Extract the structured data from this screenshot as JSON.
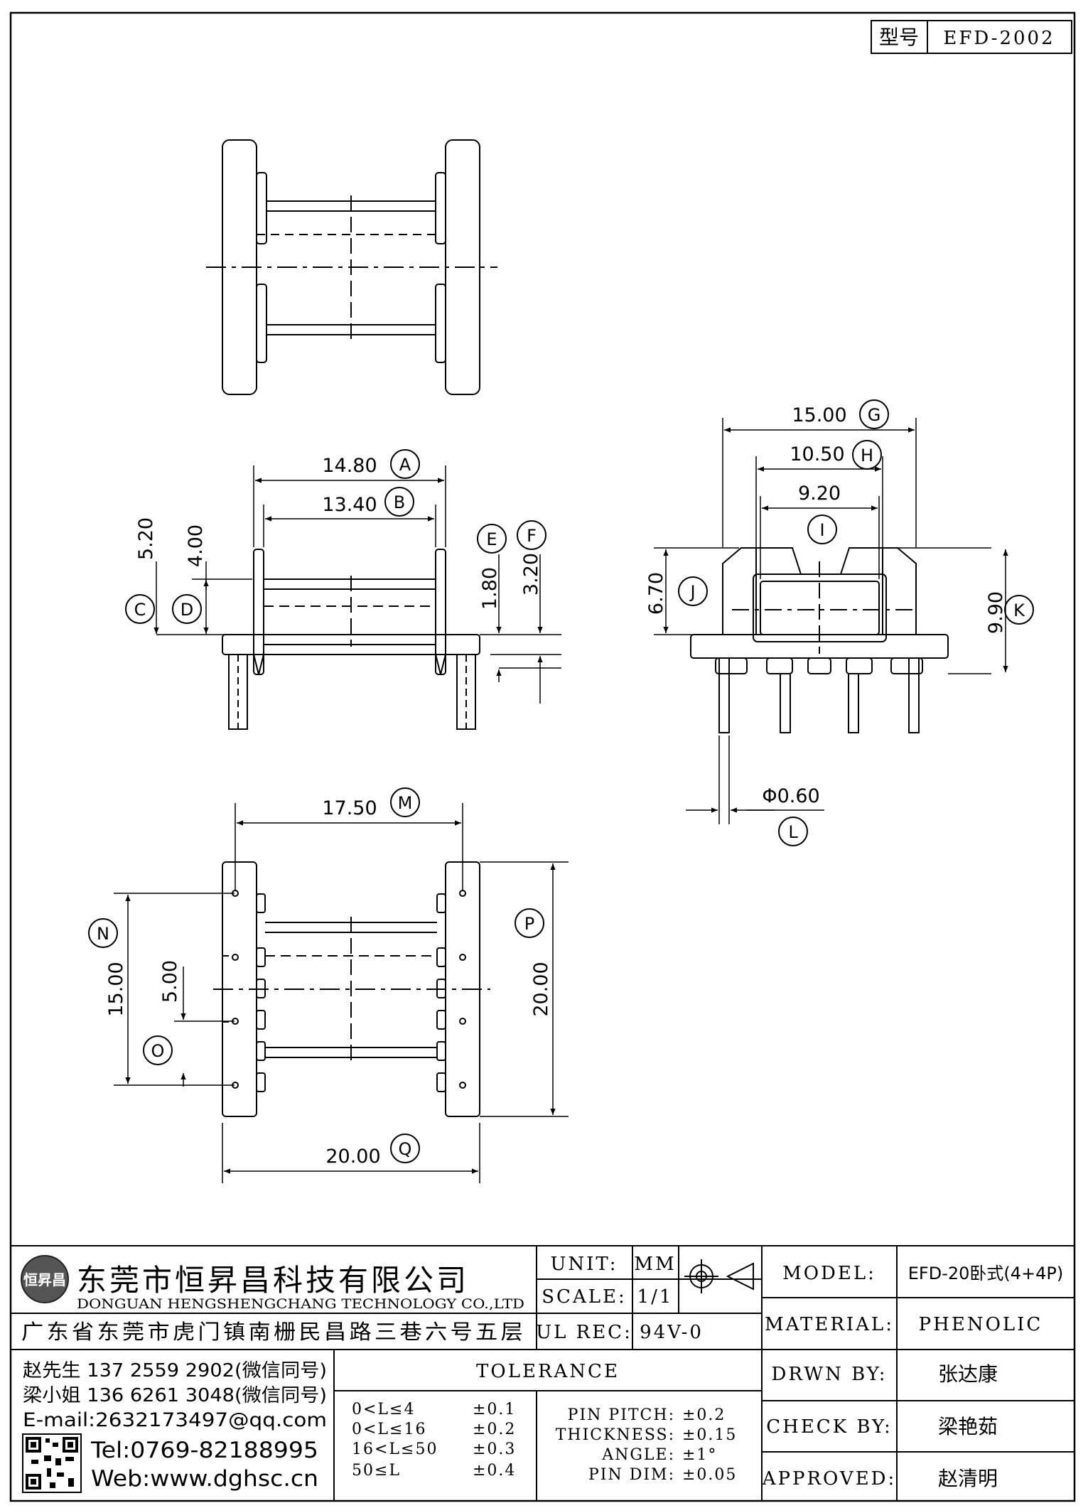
{
  "header": {
    "model_label": "型号",
    "model_value": "EFD-2002"
  },
  "dimensions": {
    "A": "14.80",
    "B": "13.40",
    "C_D_h1": "5.20",
    "C_D_h2": "4.00",
    "E": "1.80",
    "F": "3.20",
    "G": "15.00",
    "H": "10.50",
    "I": "9.20",
    "J": "6.70",
    "K": "9.90",
    "L": "Φ0.60",
    "M": "17.50",
    "N": "15.00",
    "O": "5.00",
    "P": "20.00",
    "Q": "20.00"
  },
  "callouts": [
    "A",
    "B",
    "C",
    "D",
    "E",
    "F",
    "G",
    "H",
    "I",
    "J",
    "K",
    "L",
    "M",
    "N",
    "O",
    "P",
    "Q"
  ],
  "company": {
    "name_cn": "东莞市恒昇昌科技有限公司",
    "name_en": "DONGUAN HENGSHENGCHANG TECHNOLOGY CO.,LTD",
    "logo_text": "恒昇昌",
    "address": "广东省东莞市虎门镇南栅民昌路三巷六号五层",
    "contact1": "赵先生 137 2559 2902(微信同号)",
    "contact2": "梁小姐 136 6261 3048(微信同号)",
    "email": "E-mail:2632173497@qq.com",
    "tel": "Tel:0769-82188995",
    "web": "Web:www.dghsc.cn"
  },
  "spec": {
    "unit_label": "UNIT:",
    "unit_value": "MM",
    "scale_label": "SCALE:",
    "scale_value": "1/1",
    "ulrec_label": "UL REC:",
    "ulrec_value": "94V-0",
    "model_label": "MODEL:",
    "model_value": "EFD-20卧式(4+4P)",
    "material_label": "MATERIAL:",
    "material_value": "PHENOLIC",
    "drawn_label": "DRWN BY:",
    "drawn_value": "张达康",
    "check_label": "CHECK BY:",
    "check_value": "梁艳茹",
    "approved_label": "APPROVED:",
    "approved_value": "赵清明"
  },
  "tolerance": {
    "title": "TOLERANCE",
    "ranges": [
      {
        "range": "0<L≤4",
        "tol": "±0.1"
      },
      {
        "range": "0<L≤16",
        "tol": "±0.2"
      },
      {
        "range": "16<L≤50",
        "tol": "±0.3"
      },
      {
        "range": "50≤L",
        "tol": "±0.4"
      }
    ],
    "other": [
      {
        "label": "PIN PITCH:",
        "tol": "±0.2"
      },
      {
        "label": "THICKNESS:",
        "tol": "±0.15"
      },
      {
        "label": "ANGLE:",
        "tol": "±1°"
      },
      {
        "label": "PIN DIM:",
        "tol": "±0.05"
      }
    ]
  }
}
